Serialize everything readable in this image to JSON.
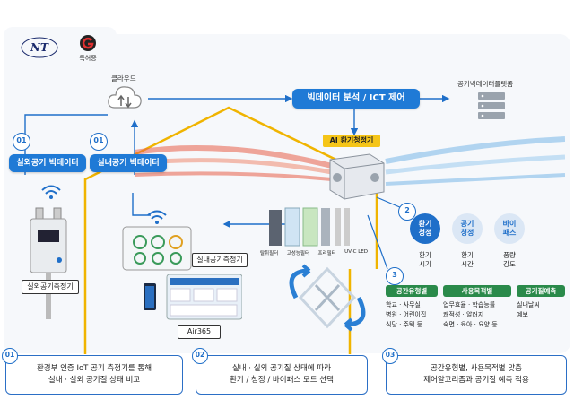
{
  "logos": {
    "nt_label": "NT",
    "certification_label": "특허증"
  },
  "cloud": {
    "label": "클라우드"
  },
  "bigdata_button": "빅데이터 분석 / ICT 제어",
  "platform": {
    "label": "공기빅데이터플랫폼"
  },
  "badges": {
    "b1": "01",
    "b2": "01",
    "b3": "2",
    "b4": "3"
  },
  "outdoor_bigdata": "실외공기 빅데이터",
  "indoor_bigdata": "실내공기 빅데이터",
  "ai_label": "AI 환기청정기",
  "outdoor_meter_label": "실외공기측정기",
  "indoor_meter_label": "실내공기측정기",
  "air365_label": "Air365",
  "filters": [
    "탈취필터",
    "고성능필터",
    "프리필터",
    "UV-C LED"
  ],
  "modes": [
    {
      "title": "환기\n청정",
      "desc": "환기\n시기",
      "bg": "#1f6fc9",
      "fg": "#ffffff"
    },
    {
      "title": "공기\n청정",
      "desc": "환기\n시간",
      "bg": "#dbe7f5",
      "fg": "#1f6fc9"
    },
    {
      "title": "바이\n패스",
      "desc": "풍량\n강도",
      "bg": "#dbe7f5",
      "fg": "#1f6fc9"
    }
  ],
  "categories": [
    {
      "head": "공간유형별",
      "body": "학교 · 사무실\n병원 · 어린이집\n식당 · 주택 등"
    },
    {
      "head": "사용목적별",
      "body": "업무효율 · 학습능률\n쾌적성 · 알러지\n숙면 · 육아 · 요양 등"
    },
    {
      "head": "공기질예측",
      "body": "실내날씨\n예보"
    }
  ],
  "bottom": [
    {
      "num": "01",
      "line1": "환경부 인증 IoT 공기 측정기를 통해",
      "line2": "실내 · 실외 공기질 상태 비교"
    },
    {
      "num": "02",
      "line1": "실내 · 실외 공기질 상태에 따라",
      "line2": "환기 / 청정 / 바이패스 모드 선택"
    },
    {
      "num": "03",
      "line1": "공간유형별, 사용목적별  맞춤",
      "line2": "제어알고리즘과 공기질 예측 적용"
    }
  ],
  "colors": {
    "accent": "#1f7ad6",
    "green": "#2a8a4a",
    "house_line": "#f0b400",
    "warm_flow": "#e8604a",
    "cool_flow": "#7ab8e8"
  }
}
